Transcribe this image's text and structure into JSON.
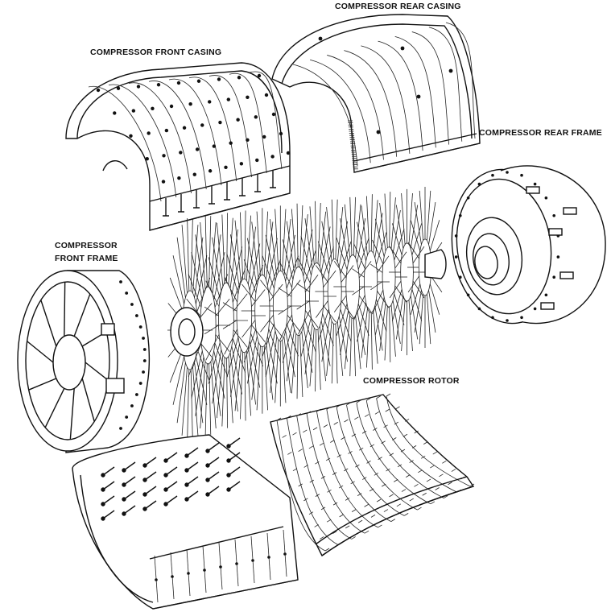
{
  "labels": {
    "front_casing": "COMPRESSOR FRONT CASING",
    "rear_casing": "COMPRESSOR REAR CASING",
    "rear_frame": "COMPRESSOR REAR FRAME",
    "front_frame_line1": "COMPRESSOR",
    "front_frame_line2": "FRONT FRAME",
    "rotor": "COMPRESSOR ROTOR"
  },
  "palette": {
    "ink": "#111111",
    "paper": "#ffffff"
  }
}
